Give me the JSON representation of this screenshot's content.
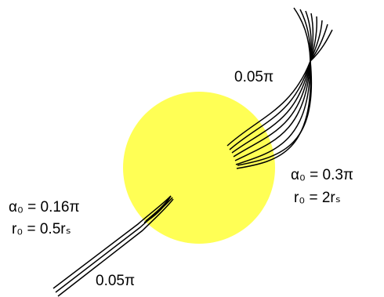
{
  "colors": {
    "sun_fill": "#ffff55",
    "ray_stroke": "#000000"
  },
  "labels": {
    "upper_spread": "0.05π",
    "right_alpha": "α₀ = 0.3π",
    "right_r": "r₀ = 2rₛ",
    "left_alpha": "α₀ = 0.16π",
    "left_r": "r₀ = 0.5rₛ",
    "lower_spread": "0.05π"
  }
}
